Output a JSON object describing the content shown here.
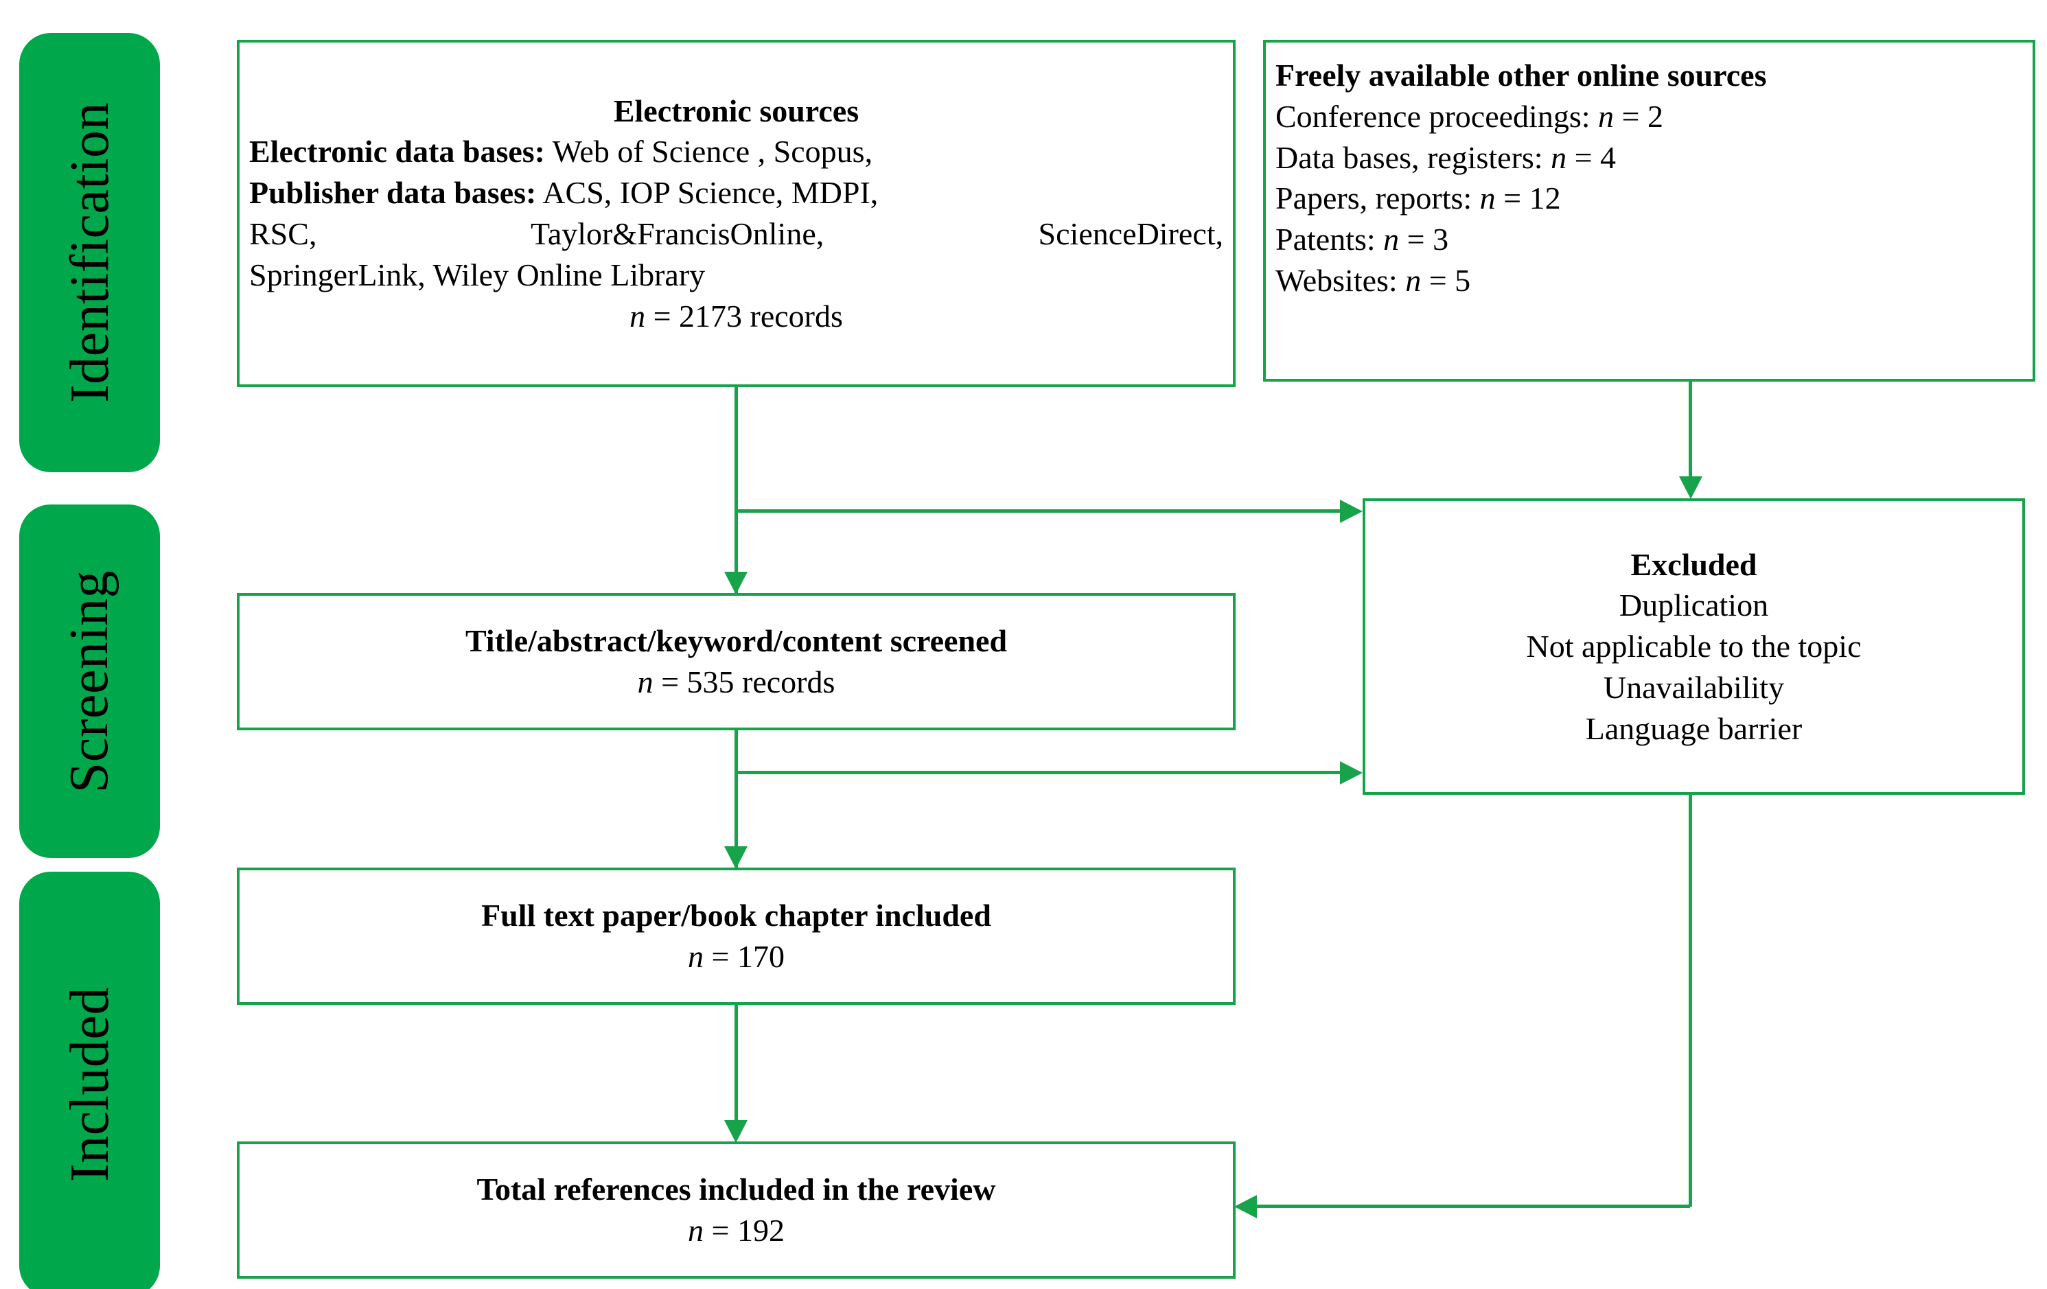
{
  "diagram": {
    "title": "PRISMA literature selection flow diagram",
    "accent_color": "#16A34A",
    "pill_color": "#00A84B"
  },
  "stages": [
    {
      "id": "identification",
      "label": "Identification"
    },
    {
      "id": "screening",
      "label": "Screening"
    },
    {
      "id": "included",
      "label": "Included"
    }
  ],
  "boxes": {
    "electronic_sources": {
      "heading": "Electronic sources",
      "line_db_label": "Electronic data bases:",
      "line_db_value": " Web of Science , Scopus,",
      "line_pub_label": "Publisher data bases:",
      "line_pub_value": " ACS, IOP Science, MDPI,",
      "line_pub_cont1_a": "RSC,",
      "line_pub_cont1_b": "Taylor&FrancisOnline,",
      "line_pub_cont1_c": "ScienceDirect,",
      "line_pub_cont2": "SpringerLink, Wiley Online Library",
      "count_n": "n",
      "count_value": " = 2173 records"
    },
    "other_sources": {
      "heading": "Freely available other  online sources",
      "items": [
        {
          "label": "Conference proceedings: ",
          "n": "n",
          "value": " = 2"
        },
        {
          "label": "Data bases, registers: ",
          "n": "n",
          "value": " = 4"
        },
        {
          "label": "Papers, reports: ",
          "n": "n",
          "value": " = 12"
        },
        {
          "label": "Patents: ",
          "n": "n",
          "value": " = 3"
        },
        {
          "label": "Websites: ",
          "n": "n",
          "value": " = 5"
        }
      ]
    },
    "excluded": {
      "heading": "Excluded",
      "reasons": [
        "Duplication",
        "Not applicable to the topic",
        "Unavailability",
        "Language barrier"
      ]
    },
    "screened": {
      "heading": "Title/abstract/keyword/content screened",
      "count_n": "n",
      "count_value": " = 535 records"
    },
    "full_text": {
      "heading": "Full text paper/book chapter included",
      "count_n": "n",
      "count_value": " = 170"
    },
    "total": {
      "heading": "Total references included in the review",
      "count_n": "n",
      "count_value": " =  192"
    }
  }
}
